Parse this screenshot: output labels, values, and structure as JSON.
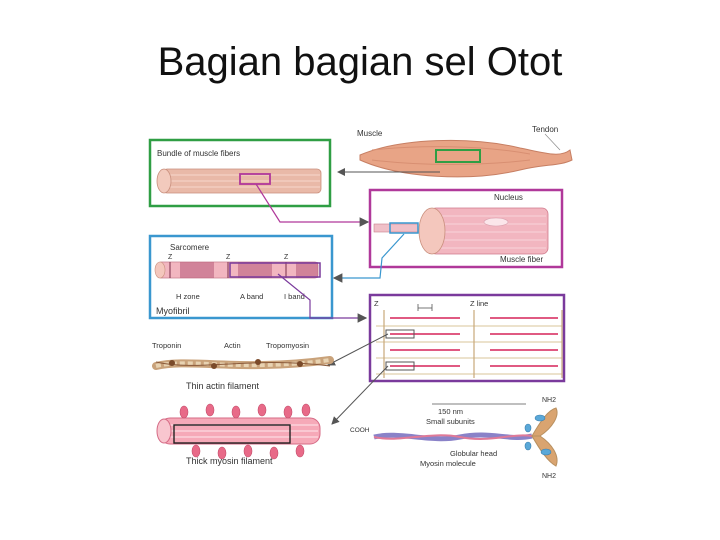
{
  "slide_title": "Bagian bagian sel Otot",
  "labels": {
    "muscle": "Muscle",
    "tendon": "Tendon",
    "bundle": "Bundle of muscle fibers",
    "nucleus": "Nucleus",
    "muscle_fiber": "Muscle fiber",
    "sarcomere": "Sarcomere",
    "z": "Z",
    "h_zone": "H zone",
    "a_band": "A band",
    "i_band": "I band",
    "myofibril": "Myofibril",
    "z_left": "Z",
    "z_line": "Z line",
    "troponin": "Troponin",
    "actin": "Actin",
    "tropomyosin": "Tropomyosin",
    "thin_filament": "Thin actin filament",
    "thick_filament": "Thick myosin filament",
    "scale": "150 nm",
    "small_subunits": "Small subunits",
    "globular_head": "Globular head",
    "myosin_molecule": "Myosin molecule",
    "nh2_top": "NH2",
    "nh2_bottom": "NH2",
    "cooh": "COOH"
  },
  "colors": {
    "green_box": "#2f9e44",
    "magenta_box": "#b0389a",
    "blue_box": "#3a97cf",
    "purple_box": "#7a3a9c",
    "muscle": "#e8a486",
    "fiber": "#f2b6c0",
    "myosin": "#e86a88"
  }
}
